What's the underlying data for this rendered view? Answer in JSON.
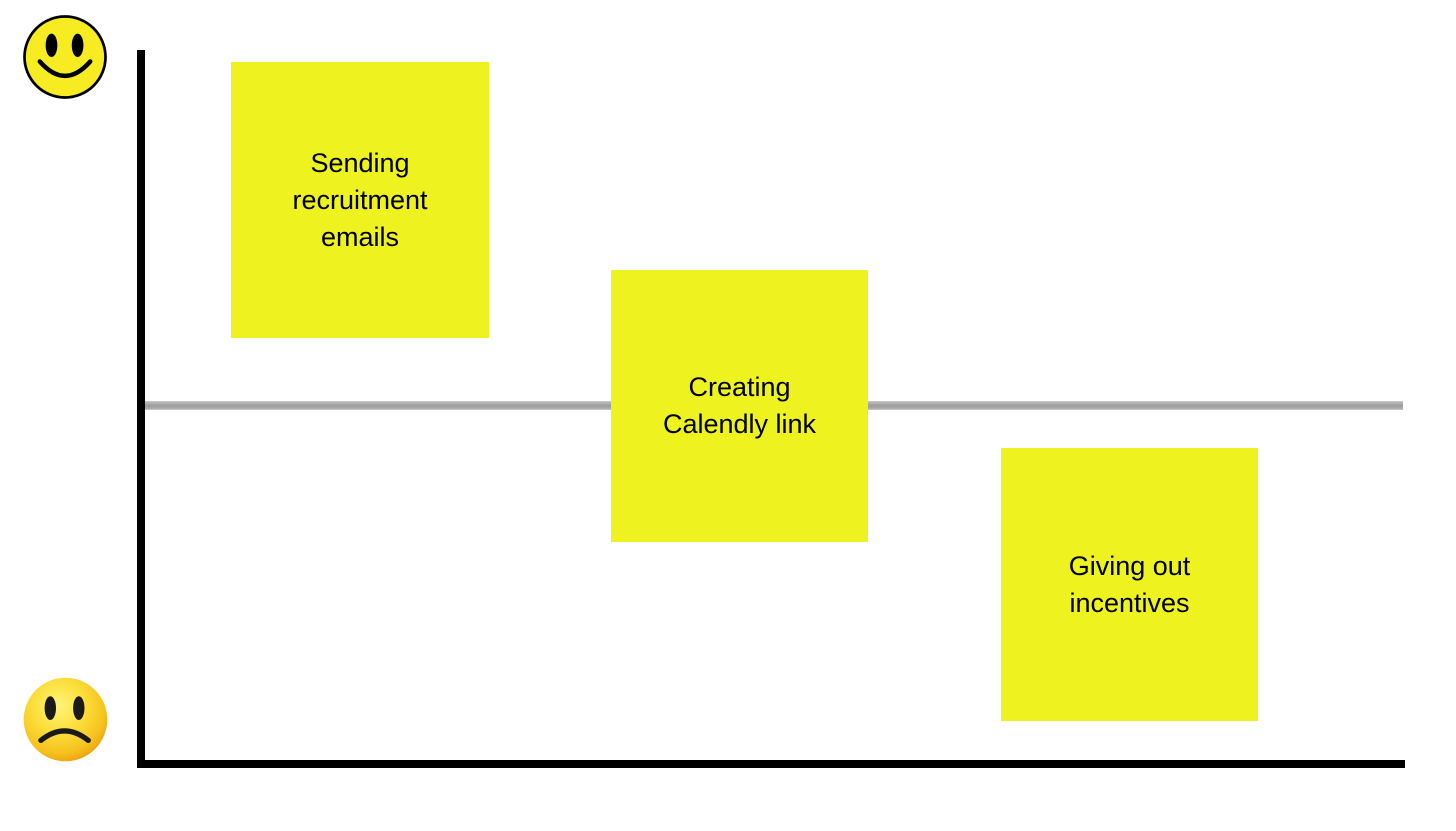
{
  "board": {
    "title": "Effort vs. satisfaction sticky-note board",
    "background_color": "#ffffff"
  },
  "axes": {
    "vertical_axis": {
      "name": "vertical-axis",
      "color": "#000000",
      "label": ""
    },
    "horizontal_axis": {
      "name": "horizontal-axis",
      "color": "#000000",
      "label": ""
    },
    "midline": {
      "name": "neutral-midline",
      "color": "#9d9d9d",
      "label": ""
    }
  },
  "scale_icons": {
    "top": {
      "icon": "happy-face-icon",
      "meaning": "positive",
      "fill_color": "#f7ec21",
      "outline_color": "#000000"
    },
    "bottom": {
      "icon": "sad-face-icon",
      "meaning": "negative",
      "fill_color": "#fbd732",
      "edge_color": "#f0a81e"
    }
  },
  "notes": [
    {
      "id": "note-0",
      "text": "Sending\nrecruitment\nemails",
      "color": "#eef320",
      "position": "above-midline"
    },
    {
      "id": "note-1",
      "text": "Creating\nCalendly link",
      "color": "#eef320",
      "position": "on-midline"
    },
    {
      "id": "note-2",
      "text": "Giving out\nincentives",
      "color": "#eef320",
      "position": "below-midline"
    }
  ],
  "chart_data": {
    "type": "scatter",
    "title": "",
    "xlabel": "",
    "ylabel": "",
    "categories": [
      "Sending recruitment emails",
      "Creating Calendly link",
      "Giving out incentives"
    ],
    "values": [
      1,
      0,
      -1
    ],
    "annotations": [
      "happy-face-icon at top of vertical axis",
      "sad-face-icon at bottom of vertical axis",
      "neutral midline across plot"
    ],
    "grid": false,
    "legend": "none"
  }
}
